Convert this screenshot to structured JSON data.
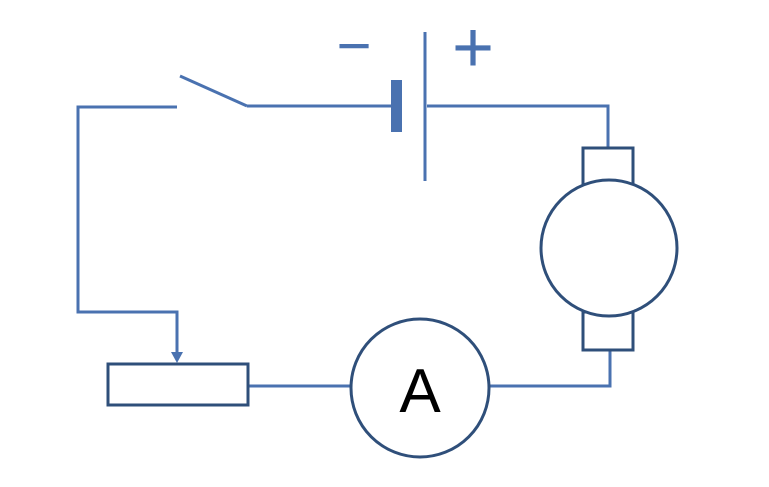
{
  "diagram": {
    "type": "electric-circuit",
    "components": [
      {
        "id": "switch",
        "kind": "open-switch"
      },
      {
        "id": "battery",
        "kind": "cell"
      },
      {
        "id": "motor",
        "kind": "dc-motor"
      },
      {
        "id": "ammeter",
        "kind": "ammeter"
      },
      {
        "id": "rheostat",
        "kind": "variable-resistor"
      }
    ],
    "battery_minus_label": "−",
    "battery_plus_label": "+",
    "ammeter_label": "A"
  },
  "colors": {
    "wire": "#4a72b0",
    "component_outline": "#2f4f7a",
    "battery_plate": "#4a72b0",
    "label": "#000000",
    "background": "#ffffff"
  }
}
